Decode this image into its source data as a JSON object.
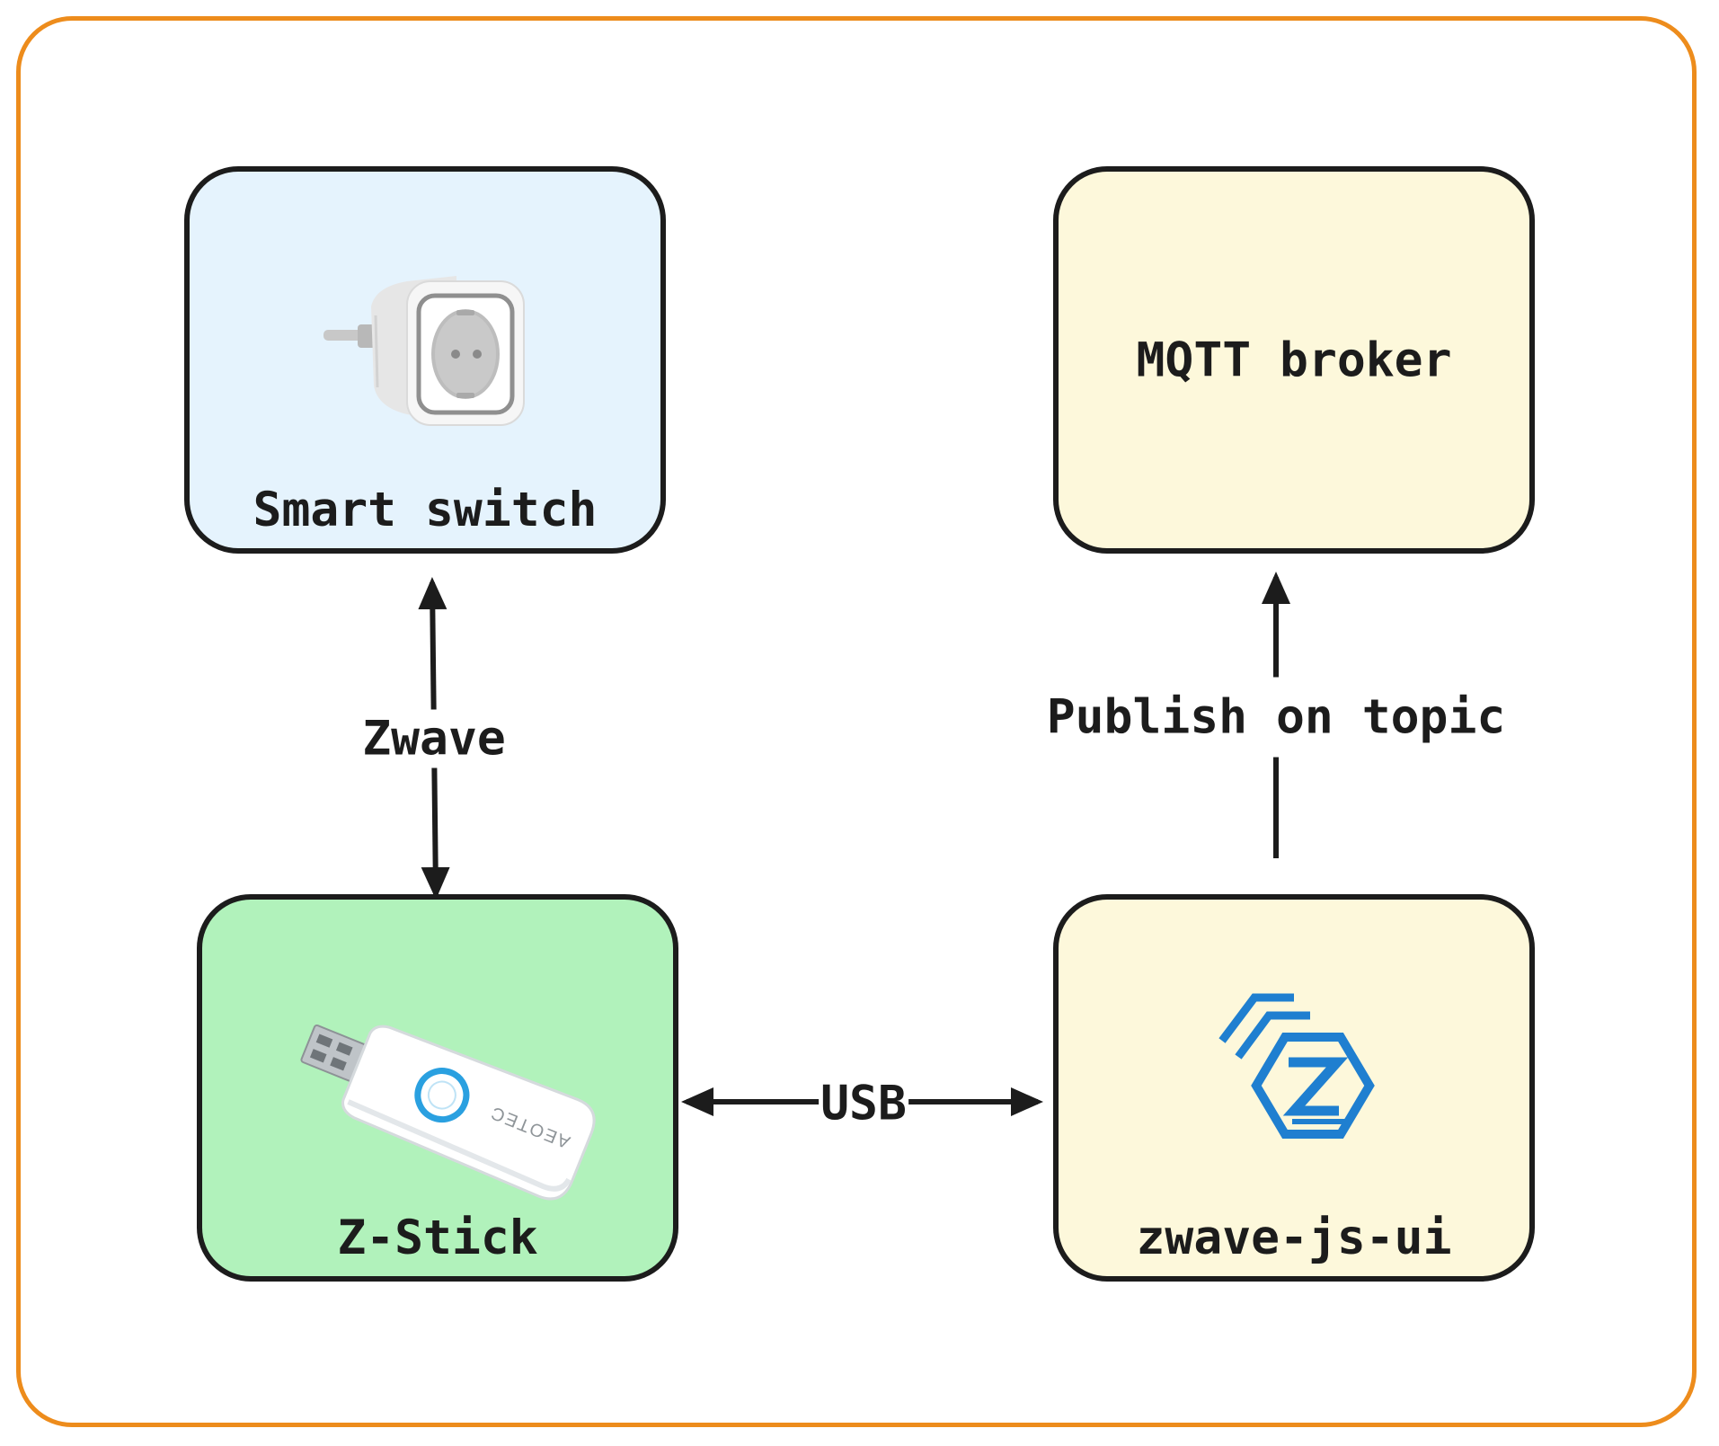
{
  "diagram": {
    "nodes": {
      "smart_switch": {
        "label": "Smart switch",
        "fill": "#e5f3fd",
        "icon": "smart-plug-image"
      },
      "mqtt_broker": {
        "label": "MQTT broker",
        "fill": "#fdf8db"
      },
      "z_stick": {
        "label": "Z-Stick",
        "fill": "#b1f2bb",
        "icon": "usb-stick-image",
        "device_brand": "AEOTEC"
      },
      "zwave_js_ui": {
        "label": "zwave-js-ui",
        "fill": "#fdf8db",
        "icon": "zwave-js-ui-logo"
      }
    },
    "edges": [
      {
        "from": "smart_switch",
        "to": "z_stick",
        "label": "Zwave",
        "direction": "both"
      },
      {
        "from": "z_stick",
        "to": "zwave_js_ui",
        "label": "USB",
        "direction": "both"
      },
      {
        "from": "zwave_js_ui",
        "to": "mqtt_broker",
        "label": "Publish on topic",
        "direction": "forward"
      }
    ],
    "frame_color": "#ed8c1c",
    "stroke_color": "#1c1c1c"
  }
}
